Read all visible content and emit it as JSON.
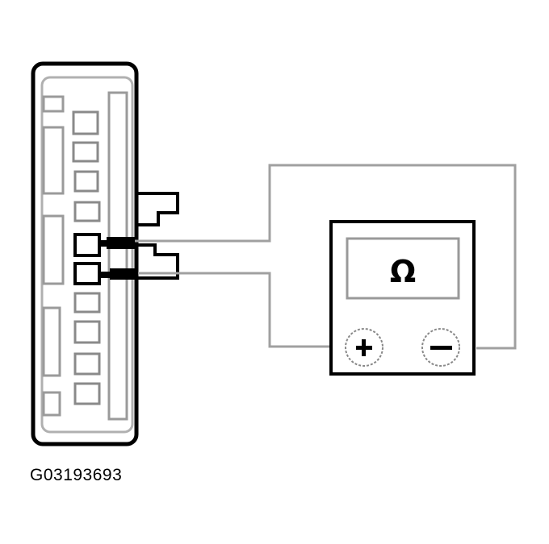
{
  "figure": {
    "id_label": "G03193693",
    "meter": {
      "display_symbol": "Ω",
      "mode": "ohms",
      "positive_terminal": "+",
      "negative_terminal": "−"
    },
    "connector": {
      "tested_pins": 2,
      "visible_pin_cavities": 11
    },
    "colors": {
      "outline_dark": "#000000",
      "outline_gray": "#9a9a9a",
      "wire": "#a0a0a0",
      "background": "#ffffff"
    }
  }
}
